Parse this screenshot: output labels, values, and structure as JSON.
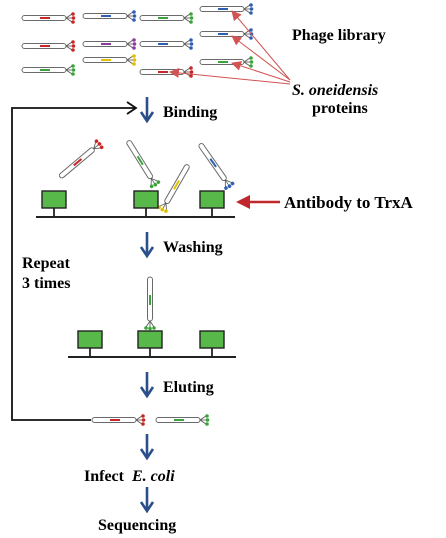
{
  "labels": {
    "phage_library": "Phage library",
    "proteins_line1": "S. oneidensis",
    "proteins_line2": "proteins",
    "binding": "Binding",
    "antibody": "Antibody to TrxA",
    "washing": "Washing",
    "repeat_line1": "Repeat",
    "repeat_line2": "3 times",
    "eluting": "Eluting",
    "infect_prefix": "Infect",
    "infect_species": "E. coli",
    "sequencing": "Sequencing"
  },
  "colors": {
    "arrow_blue": "#2a4f8a",
    "red_arrow": "#c0282b",
    "thin_red": "#d15353",
    "antibody_green": "#58b84a",
    "phage_red": "#c62828",
    "phage_green": "#3aa43a",
    "phage_blue": "#2f5fb3",
    "phage_yellow": "#f2d000",
    "phage_purple": "#8a3d9b"
  },
  "icons": {
    "phage": "phage-icon",
    "antibody": "antibody-icon",
    "flow_arrow": "down-arrow-icon",
    "loop": "loop-arrow-icon"
  }
}
